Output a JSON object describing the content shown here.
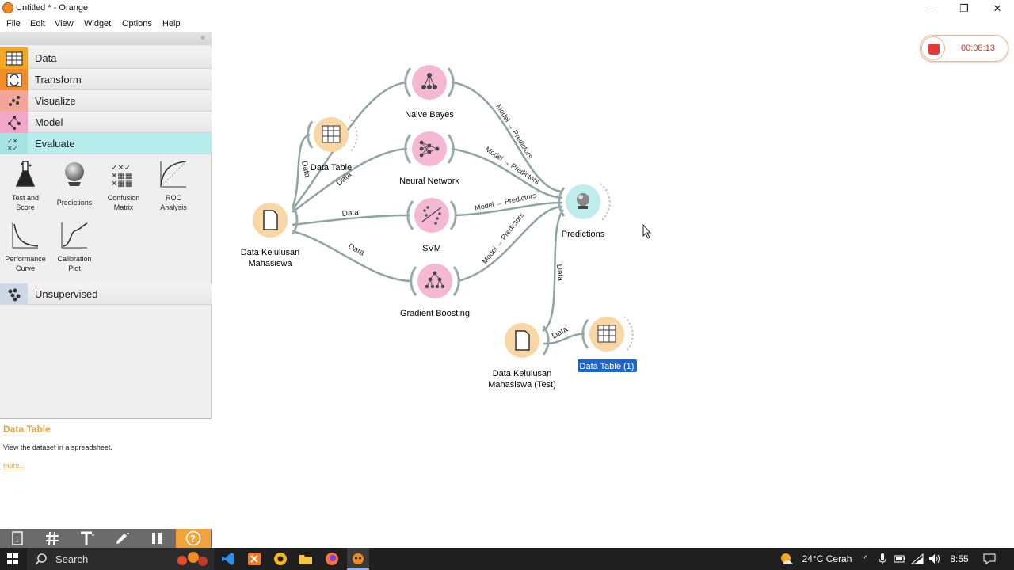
{
  "window": {
    "title": "Untitled * - Orange",
    "min": "—",
    "max": "❐",
    "close": "✕"
  },
  "menu": [
    "File",
    "Edit",
    "View",
    "Widget",
    "Options",
    "Help"
  ],
  "sidebar": {
    "collapse_glyph": "«",
    "categories": [
      {
        "label": "Data",
        "color": "#f5a623"
      },
      {
        "label": "Transform",
        "color": "#f28c28"
      },
      {
        "label": "Visualize",
        "color": "#f4a59a"
      },
      {
        "label": "Model",
        "color": "#f2a7c9"
      },
      {
        "label": "Evaluate",
        "color": "#a7e3e3"
      },
      {
        "label": "Unsupervised",
        "color": "#cfd8e6"
      }
    ],
    "tools": [
      {
        "label": "Test and\nScore",
        "icon": "flask-icon"
      },
      {
        "label": "Predictions",
        "icon": "crystal-ball-icon"
      },
      {
        "label": "Confusion\nMatrix",
        "icon": "confusion-matrix-icon"
      },
      {
        "label": "ROC\nAnalysis",
        "icon": "roc-curve-icon"
      },
      {
        "label": "Performance\nCurve",
        "icon": "performance-curve-icon"
      },
      {
        "label": "Calibration\nPlot",
        "icon": "calibration-plot-icon"
      }
    ]
  },
  "help": {
    "title": "Data Table",
    "text": "View the dataset in a spreadsheet.",
    "more": "more..."
  },
  "canvas": {
    "nodes": {
      "dkm": "Data Kelulusan\nMahasiswa",
      "dt": "Data Table",
      "nb": "Naive Bayes",
      "nn": "Neural Network",
      "svm": "SVM",
      "gb": "Gradient Boosting",
      "pred": "Predictions",
      "dkmt": "Data Kelulusan\nMahasiswa (Test)",
      "dt1": "Data Table (1)"
    },
    "link_data": "Data",
    "link_model": "Model → Predictors"
  },
  "recording": {
    "time": "00:08:13"
  },
  "taskbar": {
    "search": "Search",
    "weather": "24°C  Cerah",
    "time": "8:55"
  },
  "colors": {
    "data_node": "#f9d7a4",
    "model_node": "#f4b8d2",
    "evaluate_node": "#bfecec",
    "link": "#8fa3a3",
    "selection": "#1c66c9"
  }
}
